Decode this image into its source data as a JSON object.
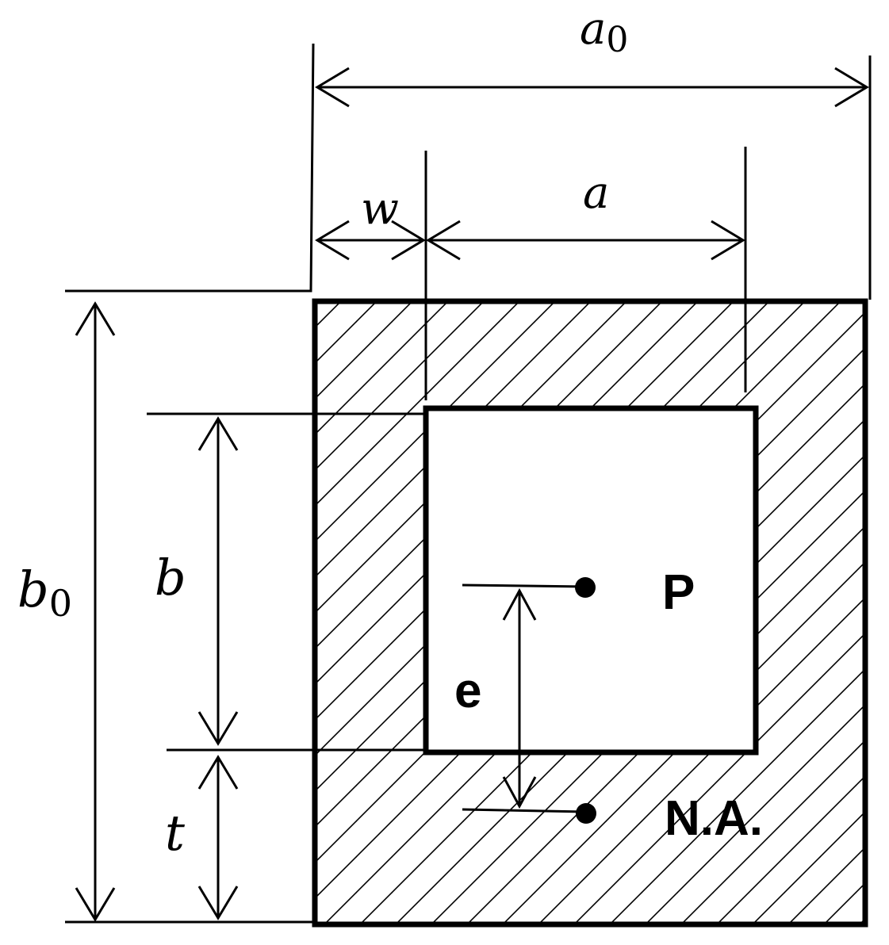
{
  "labels": {
    "a0": {
      "main": "a",
      "sub": "0"
    },
    "a": "a",
    "w": "w",
    "b0": {
      "main": "b",
      "sub": "0"
    },
    "b": "b",
    "t": "t",
    "P": "P",
    "e": "e",
    "NA": "N.A."
  }
}
